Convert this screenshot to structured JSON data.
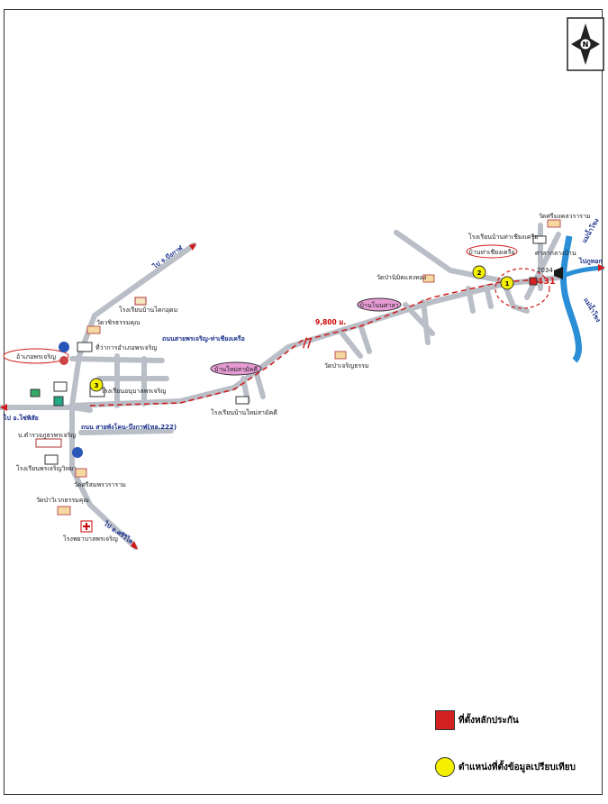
{
  "compass_letter": "N",
  "roads": {
    "main_name": "ถนนสายพรเจริญ-ท่าเชียงเครือ",
    "road_222": "ถนน สายพังโคน-บึงกาฬ(ทล.222)",
    "distance": "9,800 ม.",
    "to_buengkan": "ไป จ.บึงกาฬ",
    "to_sioset": "ไป อ.โซ่พิสัย",
    "to_sakhrai": "ไป อ.ศรีวิไล",
    "to_phuthok": "ไปภูทอก",
    "code_2034": "2034",
    "num_431": "431"
  },
  "villages": {
    "phon_charoen": "อ้าเภอพรเจริญ",
    "ban_mai_samakkhi": "บ้านใหม่สามัคคี",
    "ban_non_sala": "บ้านโนนศาลา",
    "ban_tha_chiang_khruea": "บ้านท่าเชียงเครือ",
    "sala_klang_ban": "ศาลากลางบ้าน",
    "river_name": "แม่น้ำโขง"
  },
  "places": {
    "school_ban_khok": "โรงเรียนบ้านโคกอุดม",
    "wat_wachirathammakhun": "วัดวชิรธรรมคุณ",
    "district_office": "ที่ว่าการอำเภอพรเจริญ",
    "school_anuban": "โรงเรียนอนุบาลพรเจริญ",
    "school_ban_mai": "โรงเรียนบ้านใหม่สามัคคี",
    "wat_pa_charoen": "วัดป่าเจริญธรรม",
    "wat_pa_nimit": "วัดป่านิมิตแสงทอง",
    "school_tha_chiang": "โรงเรียนบ้านท่าเชียงเครือ",
    "wat_si_mongkhon": "วัดศรีมงคลวราราม",
    "police": "บ.ตำรวจภูธรพรเจริญ",
    "school_phon_charoen_wittaya": "โรงเรียนพรเจริญวิทยา",
    "wat_si_sophon": "วัดศรีสมพรวราราม",
    "wat_pa_rawat": "วัดป่าวิเวกธรรมคุณ",
    "hospital": "โรงพยาบาลพรเจริญ"
  },
  "markers": [
    "1",
    "2",
    "3"
  ],
  "legend": {
    "red_label": "ที่ตั้งหลักประกัน",
    "yellow_label": "ตำแหน่งที่ตั้งข้อมูลเปรียบเทียบ"
  },
  "colors": {
    "road": "#b9bec7",
    "route": "#d11a1a",
    "river": "#2a8fd6",
    "collateral": "#d32020",
    "marker": "#f5f000",
    "village_fill": "#e79bd4"
  }
}
